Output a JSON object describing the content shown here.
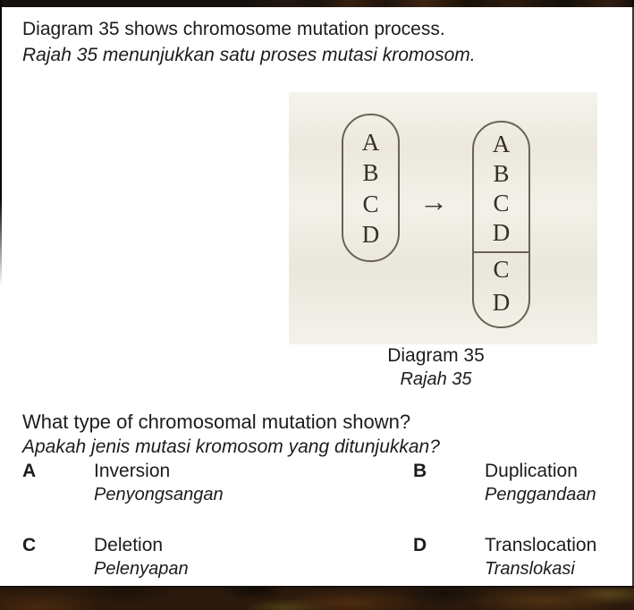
{
  "intro": {
    "line_en": "Diagram 35 shows chromosome mutation process.",
    "line_ms": "Rajah 35 menunjukkan satu proses mutasi kromosom."
  },
  "diagram": {
    "arrow_glyph": "→",
    "before": {
      "segments": [
        "A",
        "B",
        "C",
        "D"
      ]
    },
    "after": {
      "upper_segments": [
        "A",
        "B",
        "C",
        "D"
      ],
      "lower_segments": [
        "C",
        "D"
      ]
    },
    "caption_en": "Diagram 35",
    "caption_ms": "Rajah 35"
  },
  "question": {
    "line_en": "What type of chromosomal mutation shown?",
    "line_ms": "Apakah jenis mutasi kromosom yang ditunjukkan?"
  },
  "options": [
    {
      "letter": "A",
      "label_en": "Inversion",
      "label_ms": "Penyongsangan"
    },
    {
      "letter": "B",
      "label_en": "Duplication",
      "label_ms": "Penggandaan"
    },
    {
      "letter": "C",
      "label_en": "Deletion",
      "label_ms": "Pelenyapan"
    },
    {
      "letter": "D",
      "label_en": "Translocation",
      "label_ms": "Translokasi"
    }
  ],
  "colors": {
    "page_bg": "#ffffff",
    "text": "#1c1c1c",
    "scan_bg": "#f0ede3",
    "scan_line": "#6b6156",
    "scan_letter": "#362f26",
    "top_bar": "#17110d",
    "band_base": "#2a190c"
  }
}
